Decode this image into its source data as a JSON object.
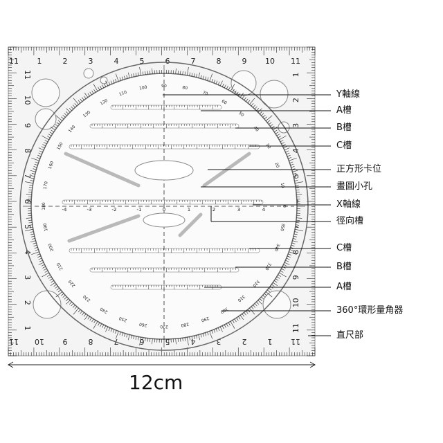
{
  "ruler": {
    "top_numbers": [
      "11",
      "1",
      "2",
      "3",
      "4",
      "5",
      "6",
      "7",
      "8",
      "9",
      "10",
      "11"
    ],
    "bottom_numbers": [
      "11",
      "10",
      "9",
      "8",
      "7",
      "6",
      "5",
      "4",
      "3",
      "2",
      "1",
      "11"
    ],
    "left_numbers": [
      "11",
      "10",
      "9",
      "8",
      "7",
      "6",
      "5",
      "4",
      "3",
      "2",
      "1"
    ],
    "right_numbers": [
      "1",
      "2",
      "3",
      "4",
      "5",
      "6",
      "7",
      "8",
      "9",
      "10",
      "11"
    ]
  },
  "protractor": {
    "degree_labels": [
      "0",
      "10",
      "20",
      "30",
      "40",
      "50",
      "60",
      "70",
      "80",
      "90",
      "100",
      "110",
      "120",
      "130",
      "140",
      "150",
      "160",
      "170",
      "180",
      "190",
      "200",
      "210",
      "220",
      "230",
      "240",
      "250",
      "260",
      "270",
      "280",
      "290",
      "300",
      "310",
      "320",
      "330",
      "340",
      "350"
    ]
  },
  "x_axis_numbers": [
    "-4",
    "-3",
    "-2",
    "-1",
    "0",
    "1",
    "2",
    "3",
    "4"
  ],
  "callouts": [
    {
      "label": "Y軸線"
    },
    {
      "label": "A槽"
    },
    {
      "label": "B槽"
    },
    {
      "label": "C槽"
    },
    {
      "label": "正方形卡位"
    },
    {
      "label": "畫圓小孔"
    },
    {
      "label": "X軸線"
    },
    {
      "label": "徑向槽"
    },
    {
      "label": "C槽"
    },
    {
      "label": "B槽"
    },
    {
      "label": "A槽"
    },
    {
      "label": "360°環形量角器"
    },
    {
      "label": "直尺部"
    }
  ],
  "dimension": {
    "label": "12cm"
  },
  "colors": {
    "ink": "#222222",
    "plastic": "#f4f4f4",
    "line": "#111111"
  }
}
